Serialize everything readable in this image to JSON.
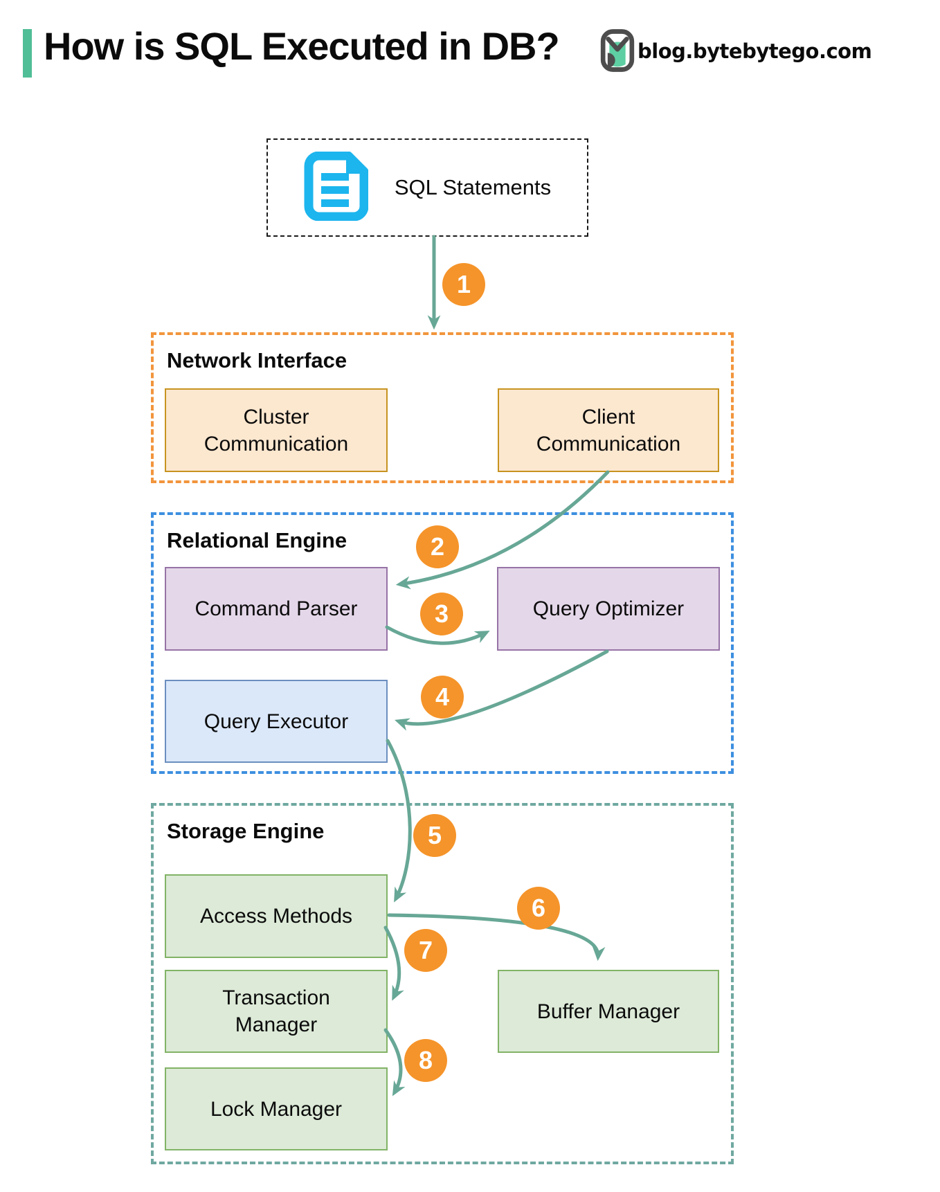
{
  "header": {
    "title": "How is SQL Executed in DB?",
    "brand": "blog.bytebytego.com"
  },
  "source": {
    "label": "SQL Statements",
    "icon": "sql-document-icon"
  },
  "sections": {
    "network": {
      "label": "Network Interface"
    },
    "relational": {
      "label": "Relational Engine"
    },
    "storage": {
      "label": "Storage Engine"
    }
  },
  "nodes": {
    "cluster_communication": {
      "label": "Cluster\nCommunication"
    },
    "client_communication": {
      "label": "Client\nCommunication"
    },
    "command_parser": {
      "label": "Command Parser"
    },
    "query_optimizer": {
      "label": "Query Optimizer"
    },
    "query_executor": {
      "label": "Query Executor"
    },
    "access_methods": {
      "label": "Access Methods"
    },
    "transaction_manager": {
      "label": "Transaction\nManager"
    },
    "buffer_manager": {
      "label": "Buffer Manager"
    },
    "lock_manager": {
      "label": "Lock Manager"
    }
  },
  "steps": [
    "1",
    "2",
    "3",
    "4",
    "5",
    "6",
    "7",
    "8"
  ],
  "flow": [
    {
      "step": "1",
      "from": "sql-statements",
      "to": "network-interface"
    },
    {
      "step": "2",
      "from": "client-communication",
      "to": "command-parser"
    },
    {
      "step": "3",
      "from": "command-parser",
      "to": "query-optimizer"
    },
    {
      "step": "4",
      "from": "query-optimizer",
      "to": "query-executor"
    },
    {
      "step": "5",
      "from": "query-executor",
      "to": "access-methods"
    },
    {
      "step": "6",
      "from": "access-methods",
      "to": "buffer-manager"
    },
    {
      "step": "7",
      "from": "access-methods",
      "to": "transaction-manager"
    },
    {
      "step": "8",
      "from": "transaction-manager",
      "to": "lock-manager"
    }
  ],
  "colors": {
    "accent_bar": "#50BE96",
    "arrow": "#67A795",
    "badge": "#F5942A",
    "network_section_border": "#F2953C",
    "network_node_fill": "#FCE7CF",
    "network_node_border": "#C79320",
    "relational_section_border": "#3D8FE0",
    "purple_node_fill": "#E4D7E9",
    "purple_node_border": "#9673A6",
    "blue_node_fill": "#DBE8FA",
    "blue_node_border": "#6C8EBF",
    "storage_section_border": "#6FA8A0",
    "green_node_fill": "#DCEAD7",
    "green_node_border": "#82B366",
    "document_icon": "#1CB5EE",
    "logo_green": "#5ECFA2",
    "logo_outline": "#4D4D4D"
  }
}
